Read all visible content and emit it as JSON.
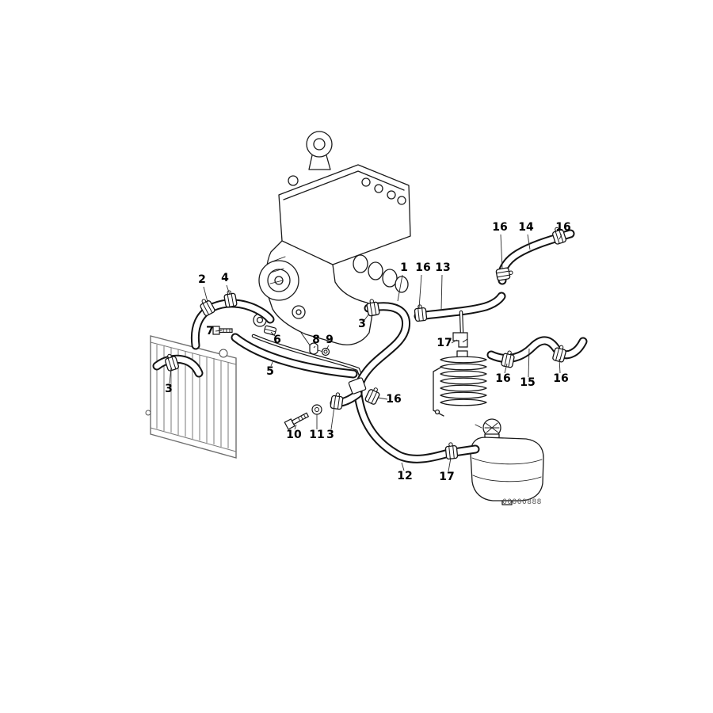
{
  "diagram": {
    "code": "00000888"
  },
  "callouts": [
    {
      "text": "2"
    },
    {
      "text": "4"
    },
    {
      "text": "7"
    },
    {
      "text": "6"
    },
    {
      "text": "5"
    },
    {
      "text": "8"
    },
    {
      "text": "9"
    },
    {
      "text": "3"
    },
    {
      "text": "1"
    },
    {
      "text": "16"
    },
    {
      "text": "13"
    },
    {
      "text": "16"
    },
    {
      "text": "14"
    },
    {
      "text": "16"
    },
    {
      "text": "17"
    },
    {
      "text": "16"
    },
    {
      "text": "15"
    },
    {
      "text": "16"
    },
    {
      "text": "3"
    },
    {
      "text": "10"
    },
    {
      "text": "11"
    },
    {
      "text": "3"
    },
    {
      "text": "16"
    },
    {
      "text": "12"
    },
    {
      "text": "17"
    }
  ]
}
